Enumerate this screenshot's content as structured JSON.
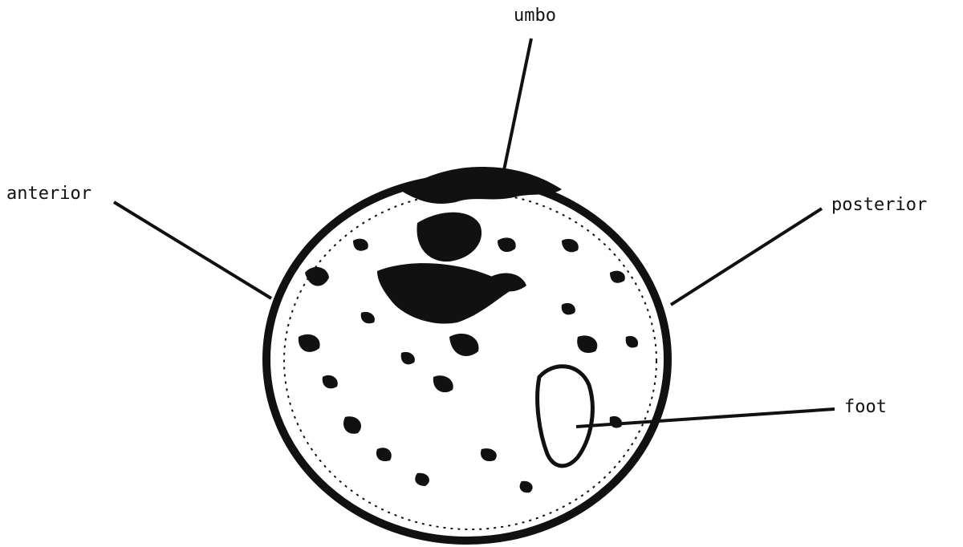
{
  "labels": {
    "umbo": "umbo",
    "anterior": "anterior",
    "posterior": "posterior",
    "foot": "foot"
  },
  "colors": {
    "ink": "#111111",
    "background": "#ffffff"
  }
}
